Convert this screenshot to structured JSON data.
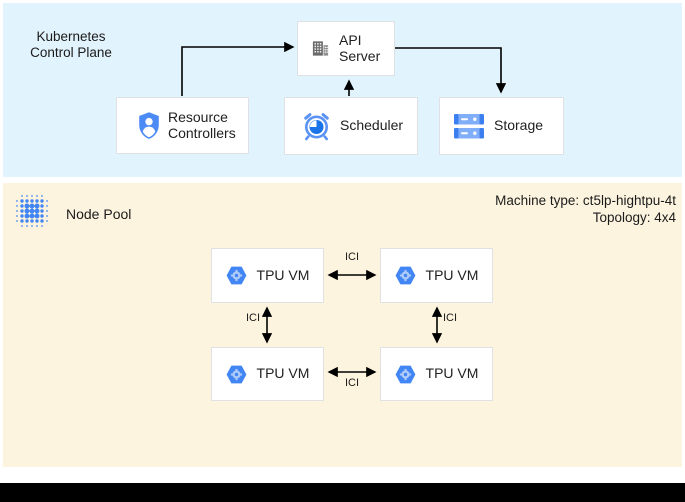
{
  "colors": {
    "control_plane_bg": "#e1f3fc",
    "node_pool_bg": "#fcf4df",
    "box_border": "#dfe1e5",
    "arrow": "#000000",
    "google_blue": "#4285f4",
    "light_blue": "#669df6",
    "dark_blue": "#1a73e8",
    "icon_gray": "#6b6b6b",
    "text": "#1f1f1f"
  },
  "control_plane": {
    "title": [
      "Kubernetes",
      "Control Plane"
    ],
    "api_server": {
      "label": [
        "API",
        "Server"
      ],
      "icon": "building-icon"
    },
    "resource_controllers": {
      "label": [
        "Resource",
        "Controllers"
      ],
      "icon": "shield-user-icon"
    },
    "scheduler": {
      "label": "Scheduler",
      "icon": "alarm-clock-icon"
    },
    "storage": {
      "label": "Storage",
      "icon": "server-stack-icon"
    }
  },
  "node_pool": {
    "title": "Node Pool",
    "icon": "dot-cluster-icon",
    "machine_type": "Machine type: ct5lp-hightpu-4t",
    "topology": "Topology: 4x4",
    "vms": [
      {
        "label": "TPU VM",
        "icon": "gke-hexagon-icon"
      },
      {
        "label": "TPU VM",
        "icon": "gke-hexagon-icon"
      },
      {
        "label": "TPU VM",
        "icon": "gke-hexagon-icon"
      },
      {
        "label": "TPU VM",
        "icon": "gke-hexagon-icon"
      }
    ],
    "links": [
      {
        "label": "ICI",
        "position": "top"
      },
      {
        "label": "ICI",
        "position": "left"
      },
      {
        "label": "ICI",
        "position": "right"
      },
      {
        "label": "ICI",
        "position": "bottom"
      }
    ]
  }
}
